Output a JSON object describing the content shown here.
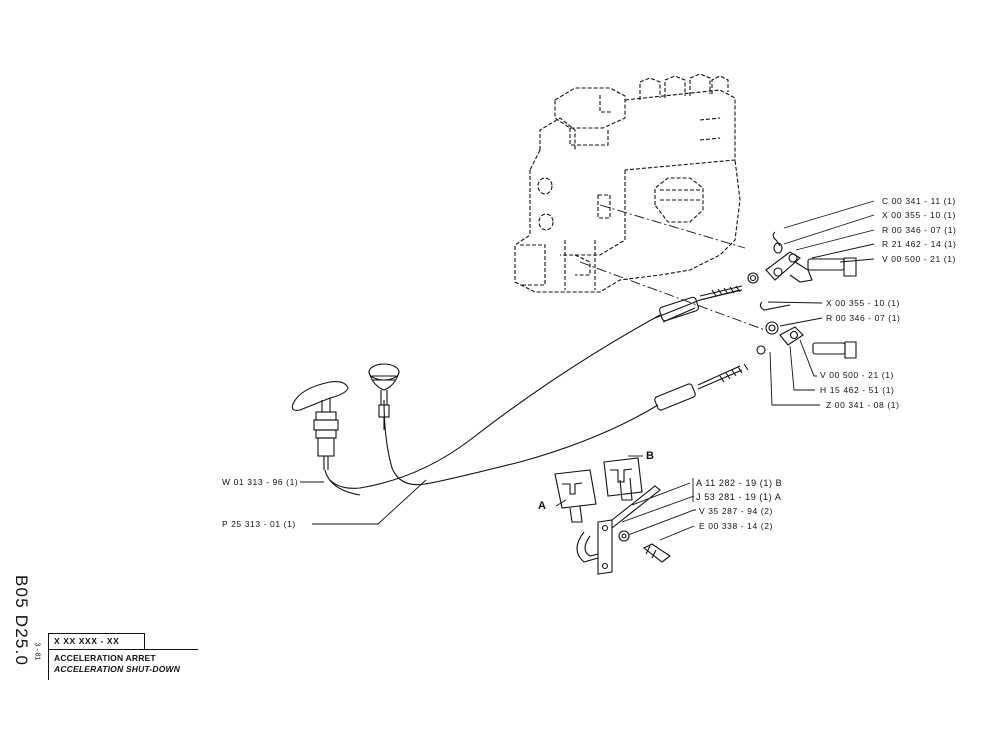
{
  "labels": {
    "c_00_341_11": "C 00 341 - 11 (1)",
    "x_00_355_10_a": "X 00 355 - 10 (1)",
    "r_00_346_07_a": "R 00 346 - 07 (1)",
    "r_21_462_14": "R 21 462 - 14 (1)",
    "v_00_500_21_a": "V 00 500 - 21 (1)",
    "x_00_355_10_b": "X 00 355 - 10 (1)",
    "r_00_346_07_b": "R 00 346 - 07 (1)",
    "v_00_500_21_b": "V 00 500 - 21 (1)",
    "h_15_462_51": "H 15 462 - 51 (1)",
    "z_00_341_08": "Z 00 341 - 08 (1)",
    "w_01_313_96": "W 01 313 - 96 (1)",
    "p_25_313_01": "P 25 313 - 01 (1)",
    "a_11_282_19": "A 11 282 - 19 (1) B",
    "j_53_281_19": "J 53 281 - 19 (1) A",
    "v_35_287_94": "V 35 287 - 94 (2)",
    "e_00_338_14": "E 00 338 - 14 (2)"
  },
  "tags": {
    "a": "A",
    "b": "B"
  },
  "sheet": {
    "code": "B05 D25.0",
    "page": "3 - 81",
    "number": "X XX XXX - XX",
    "title_fr": "ACCELERATION ARRET",
    "title_en": "ACCELERATION SHUT-DOWN"
  }
}
